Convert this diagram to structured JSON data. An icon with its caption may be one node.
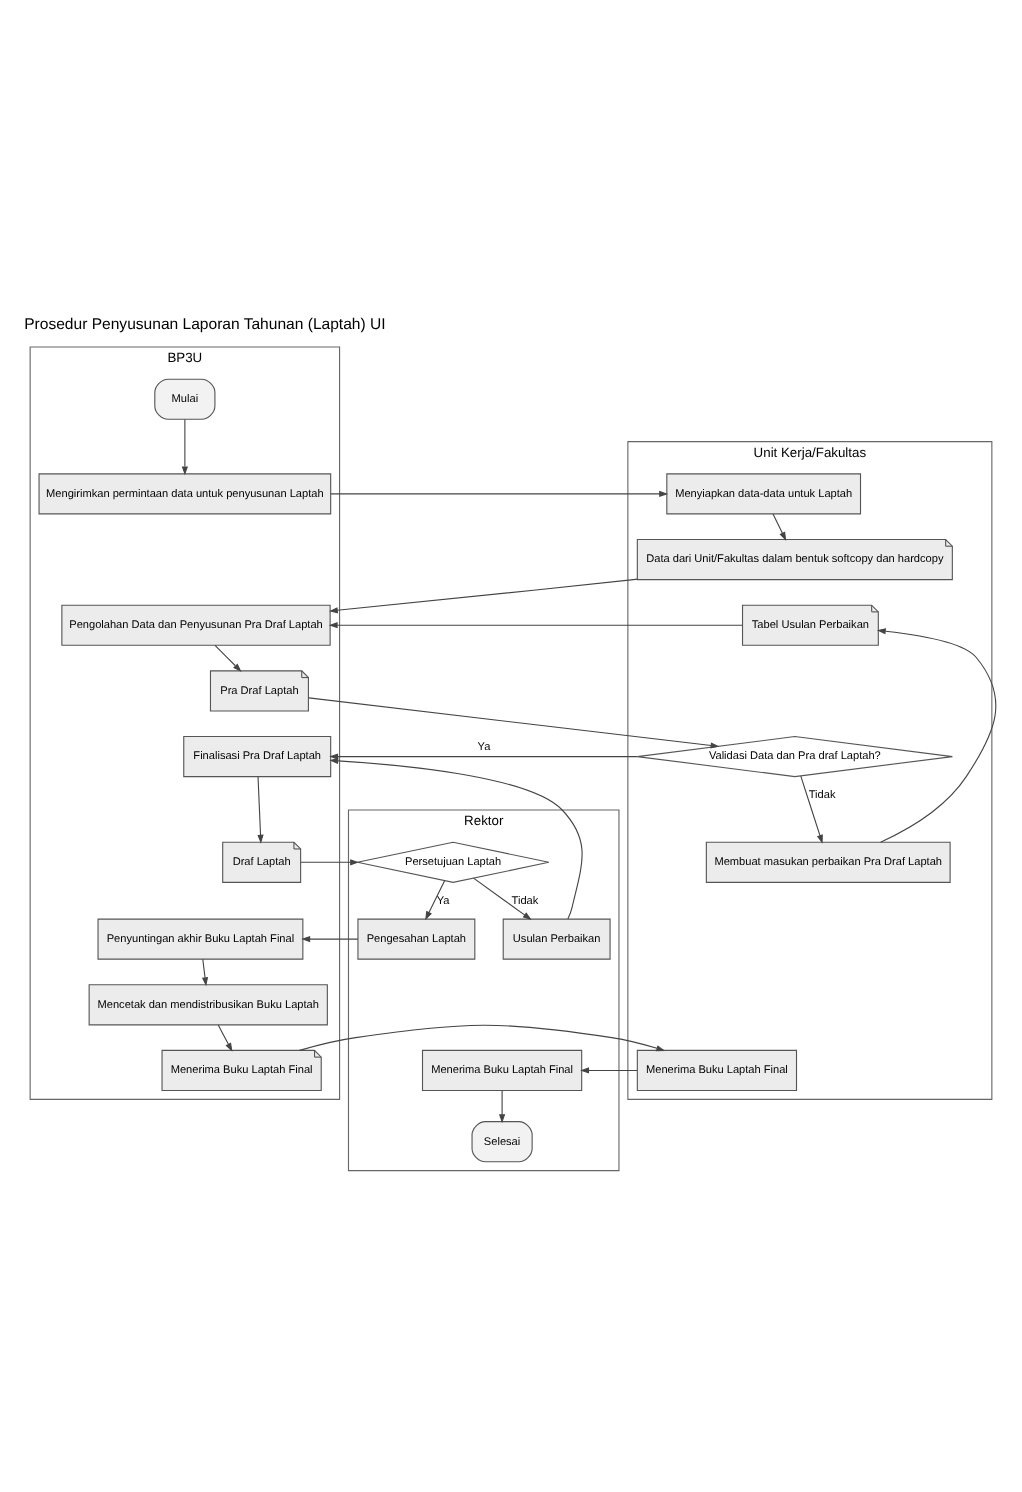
{
  "diagram": {
    "title": "Prosedur Penyusunan Laporan Tahunan (Laptah) UI",
    "nodes": [
      {
        "text": [
          "BP3U"
        ]
      },
      {
        "text": [
          "Unit Kerja/Fakultas"
        ]
      },
      {
        "text": [
          "Rektor"
        ]
      },
      {
        "text": [
          "Mulai"
        ],
        "in": 0
      },
      {
        "text": [
          "Mengirimkan permintaan data untuk penyusunan Laptah"
        ],
        "in": 0
      },
      {
        "text": [
          "Menyiapkan data-data untuk Laptah"
        ],
        "in": 1
      },
      {
        "text": [
          "Data dari Unit/Fakultas dalam bentuk softcopy dan hardcopy"
        ],
        "in": 1
      },
      {
        "text": [
          "Pengolahan Data dan Penyusunan Pra Draf Laptah"
        ],
        "in": 0
      },
      {
        "text": [
          "Tabel Usulan Perbaikan"
        ],
        "in": 1
      },
      {
        "text": [
          "Pra Draf Laptah"
        ],
        "in": 0
      },
      {
        "text": [
          "Finalisasi Pra Draf Laptah"
        ],
        "in": 0
      },
      {
        "text": [
          "Validasi Data dan Pra draf Laptah?"
        ],
        "in": 1
      },
      {
        "text": [
          "Membuat masukan perbaikan Pra Draf Laptah"
        ],
        "in": 1
      },
      {
        "text": [
          "Draf Laptah"
        ],
        "in": 0
      },
      {
        "text": [
          "Persetujuan Laptah"
        ],
        "in": 2
      },
      {
        "text": [
          "Usulan Perbaikan"
        ],
        "in": 2
      },
      {
        "text": [
          "Penyuntingan akhir Buku Laptah Final"
        ],
        "in": 0
      },
      {
        "text": [
          "Pengesahan Laptah"
        ],
        "in": 2
      },
      {
        "text": [
          "Mencetak dan mendistribusikan Buku Laptah"
        ],
        "in": 0
      },
      {
        "text": [
          "Menerima Buku Laptah Final"
        ],
        "in": 0
      },
      {
        "text": [
          "Menerima Buku Laptah Final"
        ],
        "in": 1
      },
      {
        "text": [
          "Menerima Buku Laptah Final"
        ],
        "in": 2
      },
      {
        "text": [
          "Selesai"
        ],
        "in": 2
      }
    ],
    "edges": [
      {
        "from": 3,
        "to": 4,
        "arrow": "to"
      },
      {
        "from": 4,
        "to": 5,
        "arrow": "to"
      },
      {
        "from": 5,
        "to": 6,
        "arrow": "to"
      },
      {
        "from": 6,
        "to": 7,
        "arrow": "to"
      },
      {
        "from": 8,
        "to": 7,
        "arrow": "to"
      },
      {
        "from": 7,
        "to": 9,
        "arrow": "to"
      },
      {
        "from": 9,
        "to": 11,
        "arrow": "to"
      },
      {
        "from": 11,
        "to": 10,
        "arrow": "to",
        "label": "Ya"
      },
      {
        "from": 11,
        "to": 12,
        "arrow": "to",
        "label": "Tidak"
      },
      {
        "from": 12,
        "to": 8,
        "arrow": "to"
      },
      {
        "from": 10,
        "to": 13,
        "arrow": "to"
      },
      {
        "from": 13,
        "to": 14,
        "arrow": "to"
      },
      {
        "from": 14,
        "to": 15,
        "arrow": "to",
        "label": "Tidak"
      },
      {
        "from": 14,
        "to": 17,
        "arrow": "to",
        "label": "Ya"
      },
      {
        "from": 15,
        "to": 10,
        "arrow": "to"
      },
      {
        "from": 17,
        "to": 16,
        "arrow": "to"
      },
      {
        "from": 16,
        "to": 18,
        "arrow": "to"
      },
      {
        "from": 18,
        "to": 19,
        "arrow": "to"
      },
      {
        "from": 19,
        "to": 20,
        "arrow": "to"
      },
      {
        "from": 20,
        "to": 21,
        "arrow": "to"
      },
      {
        "from": 21,
        "to": 22,
        "arrow": "to"
      }
    ]
  }
}
